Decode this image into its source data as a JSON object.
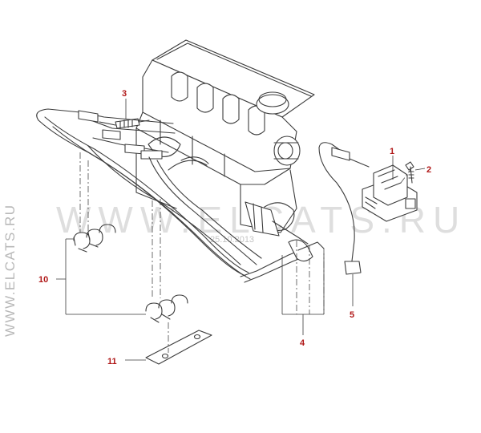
{
  "watermark": {
    "text": "WWW.ELCATS.RU",
    "side_text": "WWW.ELCATS.RU",
    "date": "25.10.2013"
  },
  "callouts": [
    {
      "id": "1",
      "label": "1"
    },
    {
      "id": "2",
      "label": "2"
    },
    {
      "id": "3",
      "label": "3"
    },
    {
      "id": "4",
      "label": "4"
    },
    {
      "id": "5",
      "label": "5"
    },
    {
      "id": "10",
      "label": "10"
    },
    {
      "id": "11",
      "label": "11"
    }
  ],
  "colors": {
    "callout_text": "#b01818",
    "line": "#3c3c3c",
    "watermark": "#cfcfcf"
  }
}
